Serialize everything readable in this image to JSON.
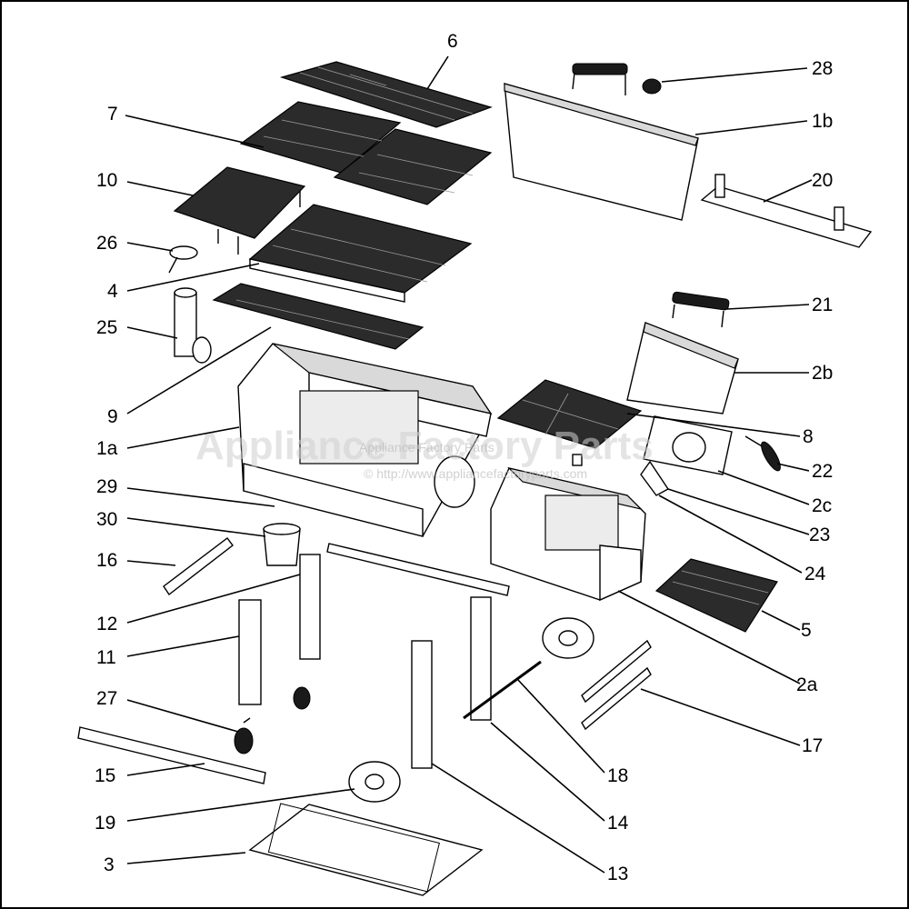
{
  "watermark": {
    "main": "Appliance Factory Parts",
    "sub": "Appliance Factory Parts",
    "url": "© http://www.appliancefactoryparts.com"
  },
  "callouts": {
    "c6": "6",
    "c7": "7",
    "c10": "10",
    "c26": "26",
    "c4": "4",
    "c25": "25",
    "c9": "9",
    "c1a": "1a",
    "c29": "29",
    "c30": "30",
    "c16": "16",
    "c12": "12",
    "c11": "11",
    "c27": "27",
    "c15": "15",
    "c19": "19",
    "c3": "3",
    "c28": "28",
    "c1b": "1b",
    "c20": "20",
    "c21": "21",
    "c2b": "2b",
    "c8": "8",
    "c22": "22",
    "c2c": "2c",
    "c23": "23",
    "c24": "24",
    "c5": "5",
    "c2a": "2a",
    "c17": "17",
    "c18": "18",
    "c14": "14",
    "c13": "13"
  }
}
